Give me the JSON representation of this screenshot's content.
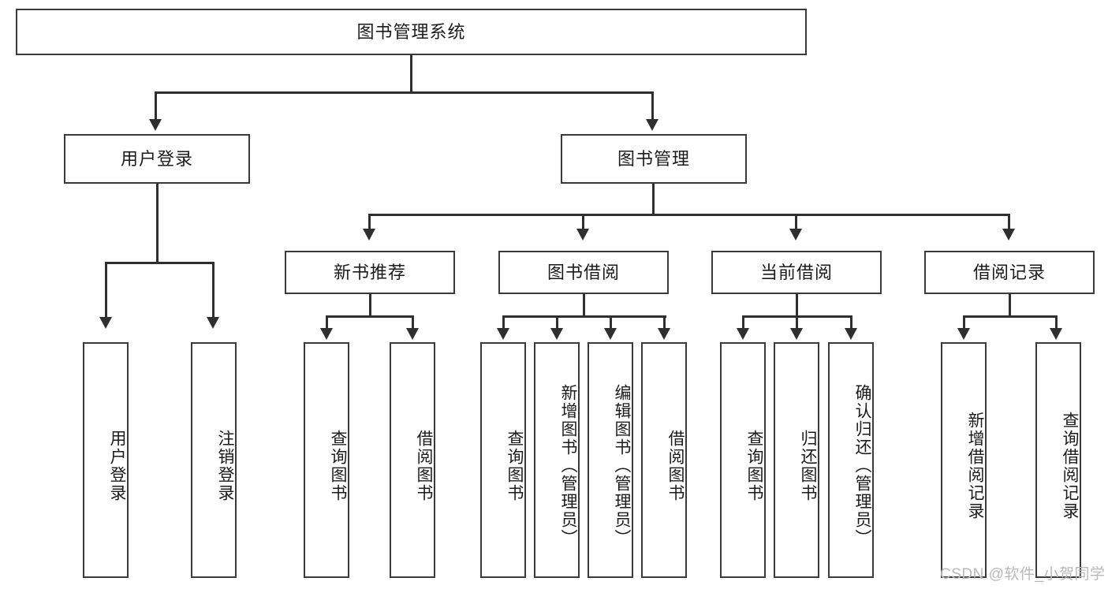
{
  "diagram": {
    "type": "tree-hierarchy-chart",
    "title": "图书管理系统",
    "style": {
      "box_border_color": "#3a3a3a",
      "box_fill_color": "#ffffff",
      "line_color": "#2f2f2f",
      "text_color": "#1b1b1b",
      "background_color": "#ffffff"
    },
    "root": {
      "label": "图书管理系统"
    },
    "level2": [
      {
        "label": "用户登录"
      },
      {
        "label": "图书管理"
      }
    ],
    "level3": [
      {
        "label": "新书推荐"
      },
      {
        "label": "图书借阅"
      },
      {
        "label": "当前借阅"
      },
      {
        "label": "借阅记录"
      }
    ],
    "leaves": {
      "user_login": [
        {
          "label": "用户登录"
        },
        {
          "label": "注销登录"
        }
      ],
      "new_book_recommend": [
        {
          "label": "查询图书"
        },
        {
          "label": "借阅图书"
        }
      ],
      "book_borrow": [
        {
          "label": "查询图书"
        },
        {
          "label": "新增图书（管理员）"
        },
        {
          "label": "编辑图书（管理员）"
        },
        {
          "label": "借阅图书"
        }
      ],
      "current_borrow": [
        {
          "label": "查询图书"
        },
        {
          "label": "归还图书"
        },
        {
          "label": "确认归还（管理员）"
        }
      ],
      "borrow_record": [
        {
          "label": "新增借阅记录"
        },
        {
          "label": "查询借阅记录"
        }
      ]
    }
  },
  "watermark": {
    "text": "CSDN @软件_小贺同学"
  }
}
